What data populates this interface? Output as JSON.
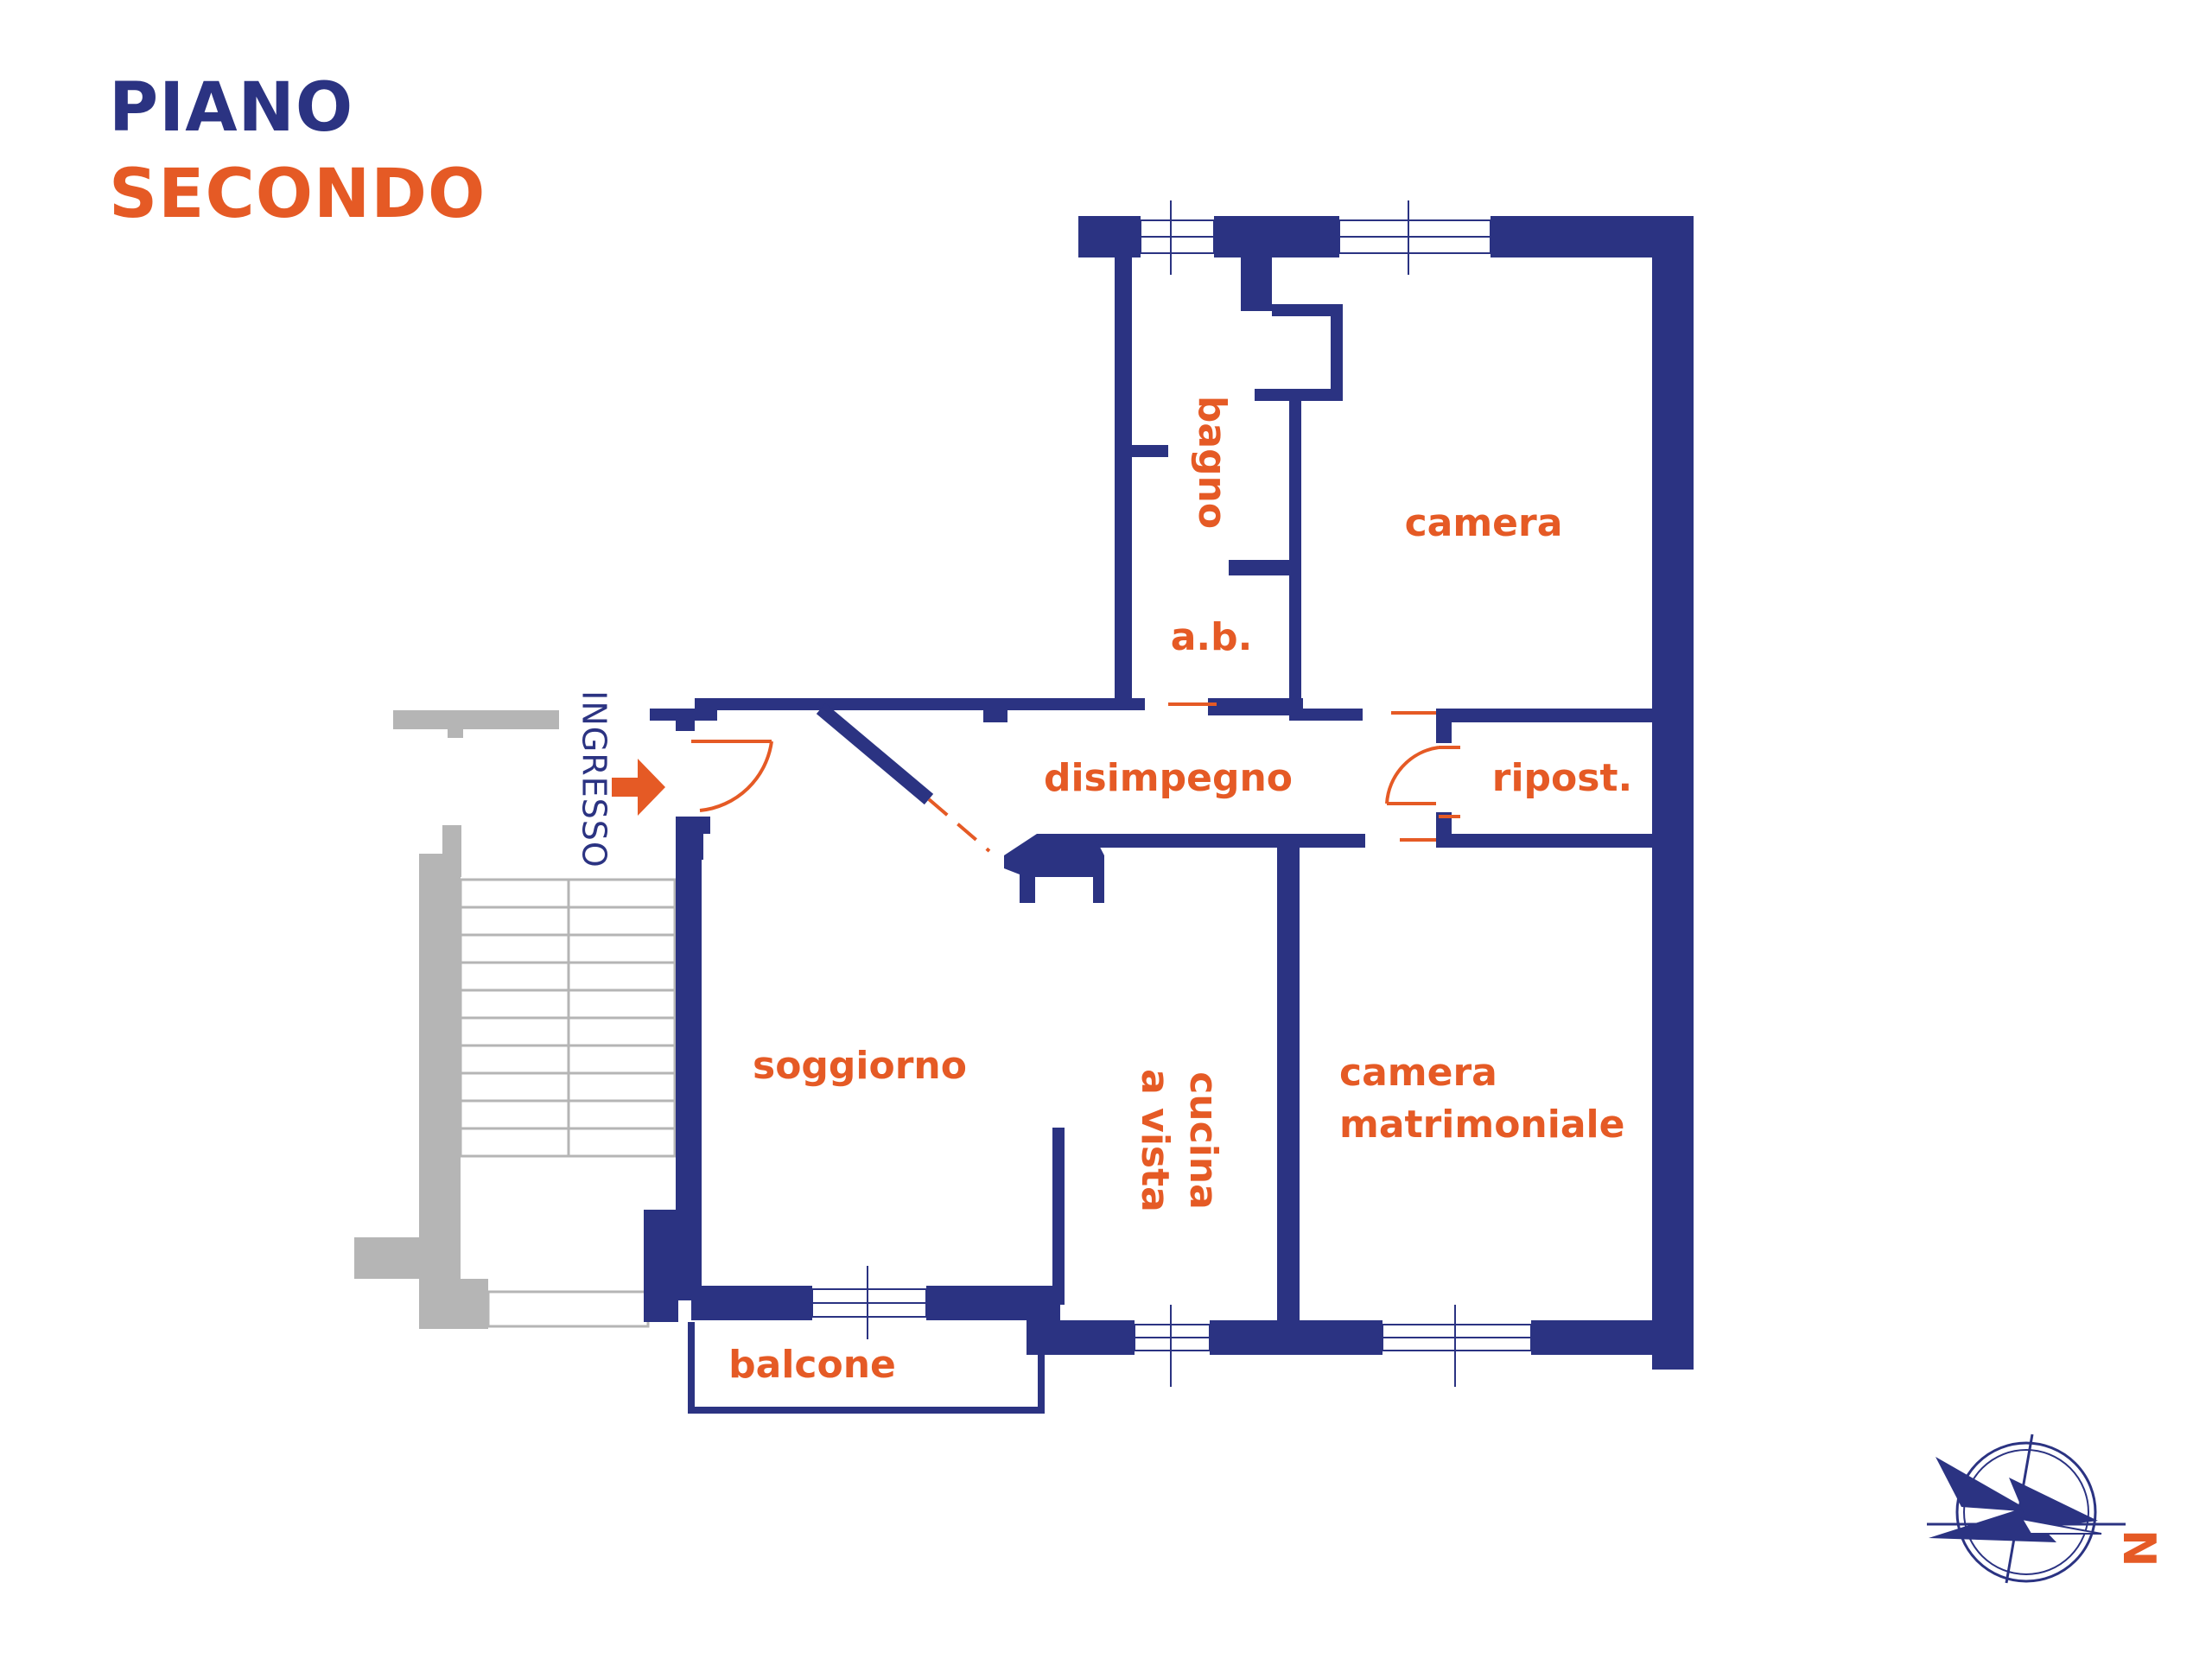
{
  "header": {
    "line1": "PIANO",
    "line2": "SECONDO"
  },
  "entrance": {
    "label": "INGRESSO"
  },
  "rooms": {
    "bagno": "bagno",
    "camera": "camera",
    "ab": "a.b.",
    "disimpegno": "disimpegno",
    "ripost": "ripost.",
    "soggiorno": "soggiorno",
    "cucina_l1": "cucina",
    "cucina_l2": "a vista",
    "matrimoniale_l1": "camera",
    "matrimoniale_l2": "matrimoniale",
    "balcone": "balcone"
  },
  "compass": {
    "label": "N"
  },
  "colors": {
    "wall": "#2b3382",
    "accent": "#e55a25",
    "stair": "#b5b5b5",
    "window": "#ffffff"
  }
}
